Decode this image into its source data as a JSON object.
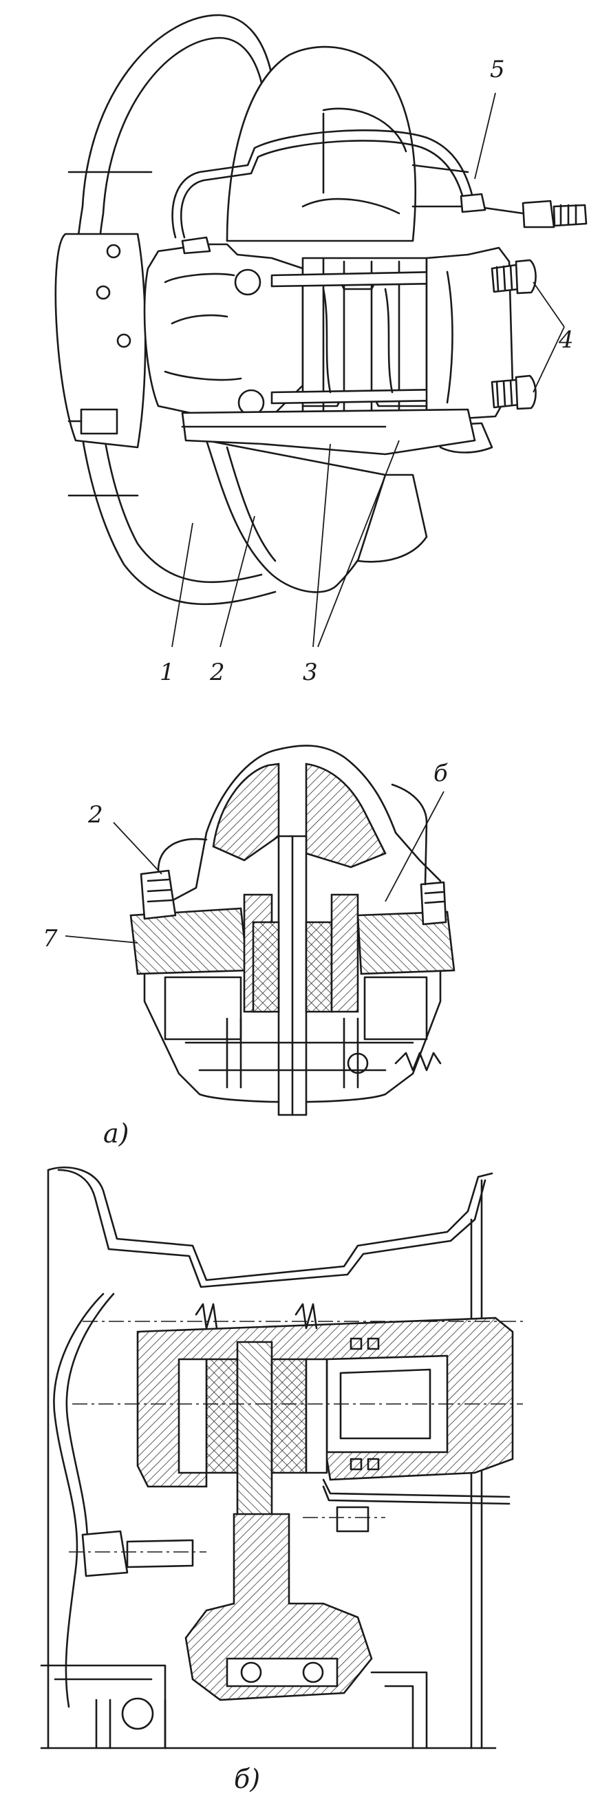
{
  "figure": {
    "top_view_labels": [
      "1",
      "2",
      "3",
      "4",
      "5"
    ],
    "section_a_labels": [
      "2",
      "б",
      "7"
    ],
    "caption_a": "a)",
    "caption_b": "б)"
  }
}
